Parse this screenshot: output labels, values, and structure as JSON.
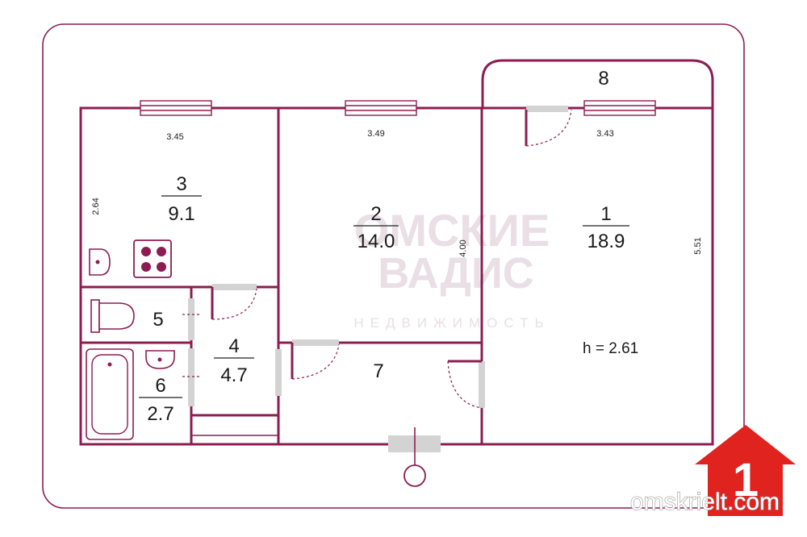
{
  "rooms": [
    {
      "id": "1",
      "area": "18.9"
    },
    {
      "id": "2",
      "area": "14.0"
    },
    {
      "id": "3",
      "area": "9.1"
    },
    {
      "id": "4",
      "area": "4.7"
    },
    {
      "id": "5"
    },
    {
      "id": "6",
      "area": "2.7"
    },
    {
      "id": "7"
    },
    {
      "id": "8"
    }
  ],
  "dimensions": {
    "room3_width": "3.45",
    "room2_width": "3.49",
    "room1_width": "3.43",
    "room3_depth": "2.64",
    "room2_depth": "4.00",
    "room1_depth": "5.51"
  },
  "ceiling_height": "h = 2.61",
  "watermark": {
    "line1": "ОМСКИЕ",
    "line2": "ВАДИС",
    "line3": "НЕДВИЖИМОСТЬ"
  },
  "logo": {
    "digit": "1",
    "site": "omskrielt.com"
  },
  "colors": {
    "wall": "#8b1d52",
    "logo_red": "#e1231f",
    "door_gray": "#d3d3d3"
  }
}
